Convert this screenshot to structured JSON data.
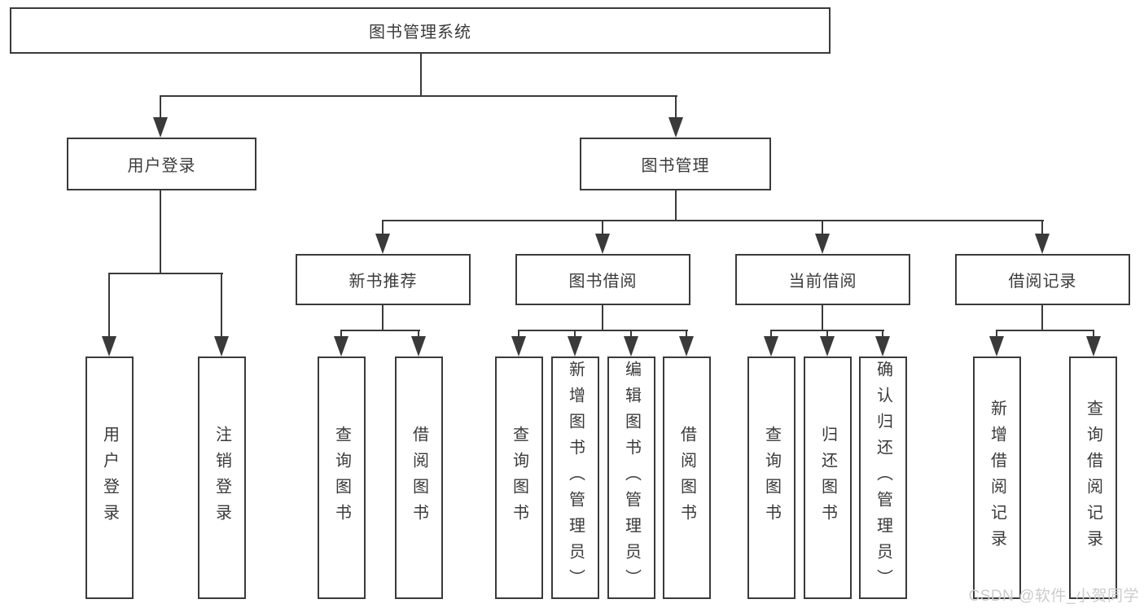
{
  "diagram": {
    "root": "图书管理系统",
    "branches": [
      {
        "label": "用户登录",
        "children": [
          "用户登录",
          "注销登录"
        ]
      },
      {
        "label": "图书管理",
        "groups": [
          {
            "label": "新书推荐",
            "children": [
              "查询图书",
              "借阅图书"
            ]
          },
          {
            "label": "图书借阅",
            "children": [
              "查询图书",
              "新增图书（管理员）",
              "编辑图书（管理员）",
              "借阅图书"
            ]
          },
          {
            "label": "当前借阅",
            "children": [
              "查询图书",
              "归还图书",
              "确认归还（管理员）"
            ]
          },
          {
            "label": "借阅记录",
            "children": [
              "新增借阅记录",
              "查询借阅记录"
            ]
          }
        ]
      }
    ]
  },
  "watermark": "CSDN @软件_小贺同学",
  "colors": {
    "line": "#3a3a3a",
    "text": "#3a3a3a",
    "watermark": "#cccccc",
    "background": "#ffffff"
  }
}
